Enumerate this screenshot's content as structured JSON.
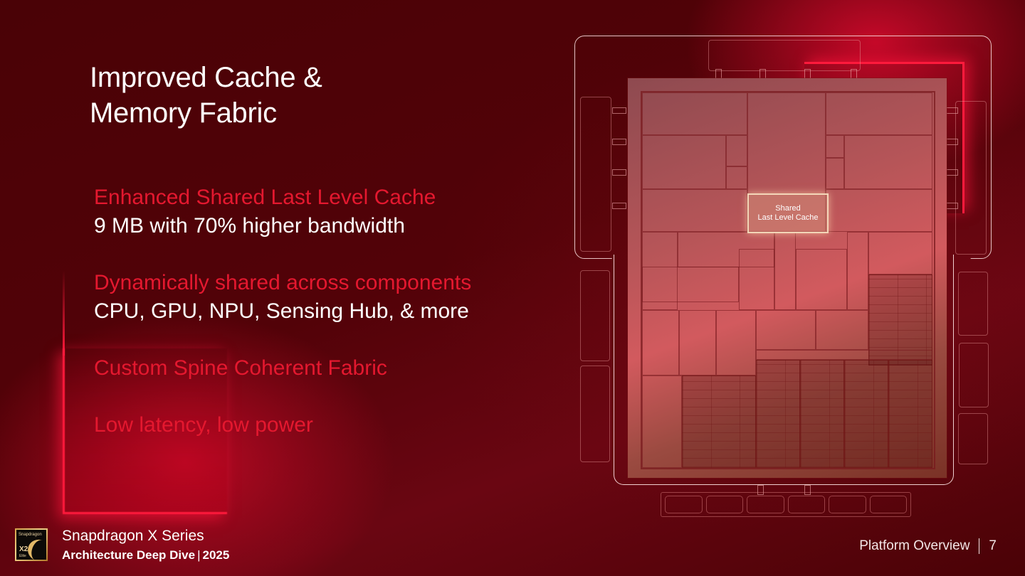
{
  "slide": {
    "title_line1": "Improved Cache &",
    "title_line2": "Memory Fabric",
    "points": [
      {
        "heading": "Enhanced Shared Last Level Cache",
        "detail": "9 MB with 70% higher bandwidth"
      },
      {
        "heading": "Dynamically shared across components",
        "detail": "CPU, GPU, NPU, Sensing Hub, & more"
      },
      {
        "heading": "Custom Spine Coherent Fabric",
        "detail": ""
      },
      {
        "heading": "Low latency, low power",
        "detail": ""
      }
    ],
    "diagram": {
      "highlight_label_line1": "Shared",
      "highlight_label_line2": "Last Level Cache"
    }
  },
  "footer": {
    "logo": {
      "brand": "Snapdragon",
      "model": "X2",
      "tier": "Elite",
      "icon": "snapdragon-logo-icon"
    },
    "series": "Snapdragon X Series",
    "event": "Architecture Deep Dive",
    "separator": "|",
    "year": "2025",
    "section": "Platform Overview",
    "page_number": "7"
  },
  "colors": {
    "background": "#4a0206",
    "accent_red": "#e4182f",
    "glow_red": "#ff1a3c",
    "text_white": "#ffffff",
    "highlight_border": "#f3d6b8"
  }
}
